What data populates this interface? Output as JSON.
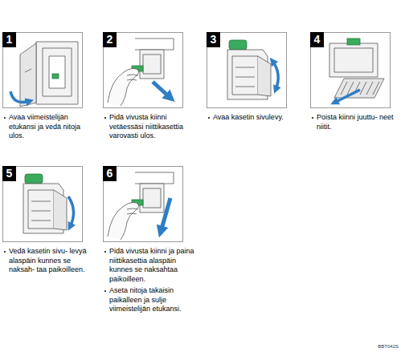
{
  "diagram": {
    "nodes": [
      {
        "text": [
          "1",
          "Avaa viimeistelijän etukansi ja vedä nitoja ulos."
        ]
      },
      {
        "text": [
          "2",
          "Pidä vivusta kiinni vetäessäsi niittikasettia varovasti ulos."
        ]
      },
      {
        "text": [
          "3",
          "Avaa kasetin sivulevy."
        ]
      },
      {
        "text": [
          "4",
          "Poista kiinni juuttu- neet niitit."
        ]
      },
      {
        "text": [
          "5",
          "Vedä kasetin sivu- levyä alaspäin kunnes se naksah- taa paikoilleen."
        ]
      },
      {
        "text": [
          "6",
          "Pidä vivusta kiinni ja paina niittikasettia alaspäin kunnes se naksahtaa paikoilleen.",
          "Aseta nitoja takaisin paikalleen ja sulje viimeistelijän etukansi."
        ]
      }
    ],
    "labels": [
      "BBT042S"
    ]
  }
}
